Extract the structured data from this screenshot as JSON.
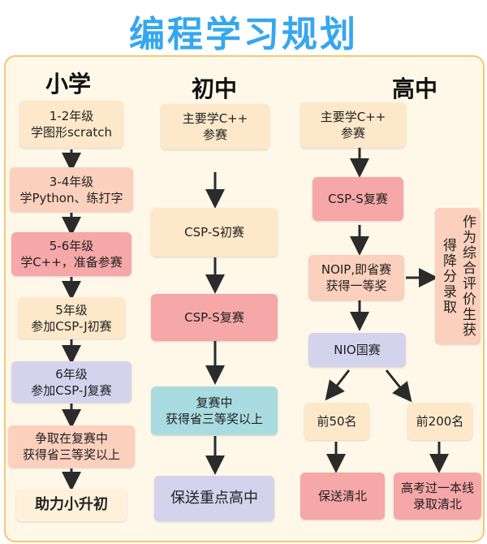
{
  "title": "编程学习规划",
  "columns": {
    "primary": {
      "heading": "小学",
      "steps": [
        "1-2年级\n学图形scratch",
        "3-4年级\n学Python、练打字",
        "5-6年级\n学C++，准备参赛",
        "5年级\n参加CSP-J初赛",
        "6年级\n参加CSP-J复赛",
        "争取在复赛中\n获得省三等奖以上",
        "助力小升初"
      ]
    },
    "middle": {
      "heading": "初中",
      "steps": [
        "主要学C++\n参赛",
        "CSP-S初赛",
        "CSP-S复赛",
        "复赛中\n获得省三等奖以上",
        "保送重点高中"
      ]
    },
    "high": {
      "heading": "高中",
      "steps": [
        "主要学C++\n参赛",
        "CSP-S复赛",
        "NOIP,即省赛\n获得一等奖",
        "NIO国赛"
      ],
      "side_note": "作为综合评价生获得降分录取",
      "branches": [
        "前50名",
        "前200名"
      ],
      "outcomes": [
        "保送清北",
        "高考过一本线\n录取清北"
      ]
    }
  }
}
